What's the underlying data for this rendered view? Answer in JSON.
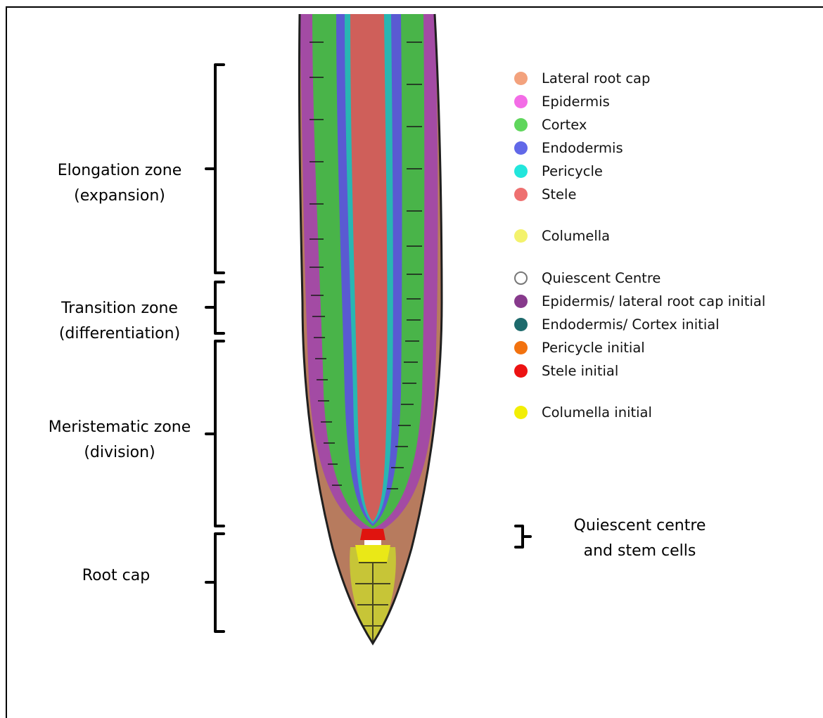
{
  "zones": [
    {
      "line1": "Elongation zone",
      "line2": "(expansion)"
    },
    {
      "line1": "Transition zone",
      "line2": "(differentiation)"
    },
    {
      "line1": "Meristematic zone",
      "line2": "(division)"
    },
    {
      "line1": "Root cap",
      "line2": ""
    }
  ],
  "legend": [
    {
      "label": "Lateral root cap",
      "color": "#f3a27d"
    },
    {
      "label": "Epidermis",
      "color": "#f36ce6"
    },
    {
      "label": "Cortex",
      "color": "#5fd65c"
    },
    {
      "label": "Endodermis",
      "color": "#6168e8"
    },
    {
      "label": "Pericycle",
      "color": "#22e6dc"
    },
    {
      "label": "Stele",
      "color": "#ee7070"
    },
    {
      "label": "Columella",
      "color": "#f3f26c"
    },
    {
      "label": "Quiescent Centre",
      "color": "#ffffff",
      "outline": "#777777"
    },
    {
      "label": "Epidermis/ lateral root cap initial",
      "color": "#873a8c"
    },
    {
      "label": "Endodermis/ Cortex initial",
      "color": "#1d6a6c"
    },
    {
      "label": "Pericycle initial",
      "color": "#f2720f"
    },
    {
      "label": "Stele initial",
      "color": "#ec1212"
    },
    {
      "label": "Columella initial",
      "color": "#f2ee05"
    }
  ],
  "qc_note": {
    "line1": "Quiescent centre",
    "line2": "and stem cells"
  }
}
